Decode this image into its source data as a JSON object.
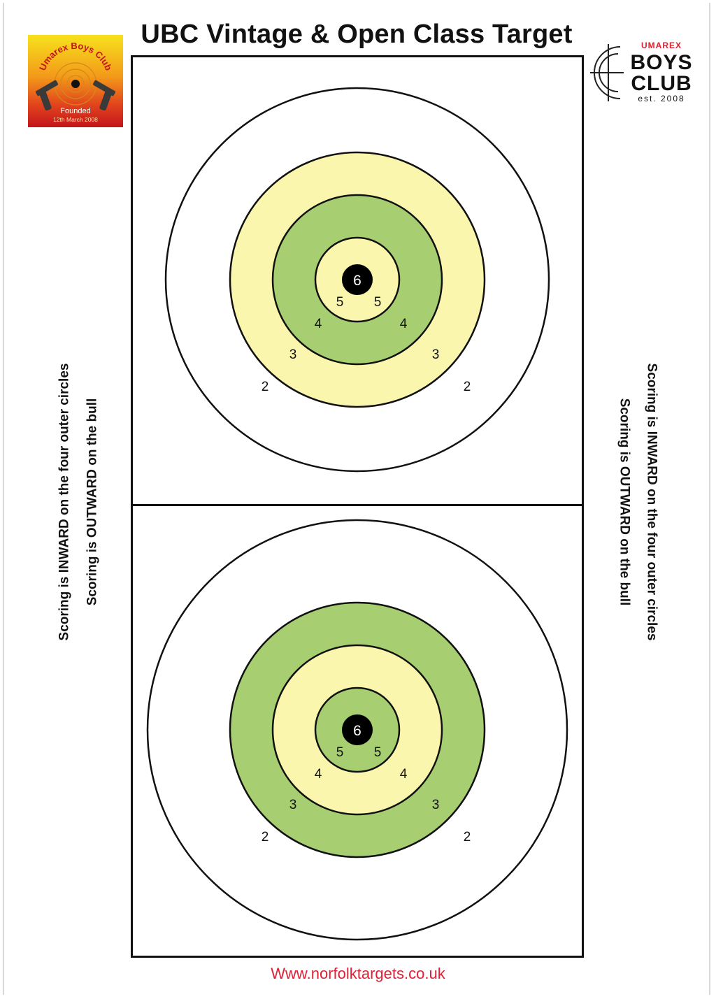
{
  "title": "UBC Vintage & Open Class Target",
  "club_logo_left": {
    "arc_text": "Umarex Boys Club",
    "founded": "Founded",
    "date": "12th March 2008"
  },
  "club_logo_right": {
    "brand": "UMAREX",
    "line1": "BOYS",
    "line2": "CLUB",
    "est": "est. 2008"
  },
  "scoring_note_1": "Scoring is INWARD on the four outer circles",
  "scoring_note_2": "Scoring is OUTWARD on the bull",
  "targets": [
    {
      "scores": {
        "bull": "6",
        "ring5": "5",
        "ring4": "4",
        "ring3": "3",
        "ring2": "2"
      },
      "ring_colors": {
        "outer": "#ffffff",
        "ring3": "#fbf6ae",
        "ring4": "#a7cf72",
        "ring5": "#fbf6ae",
        "bull": "#000000"
      }
    },
    {
      "scores": {
        "bull": "6",
        "ring5": "5",
        "ring4": "4",
        "ring3": "3",
        "ring2": "2"
      },
      "ring_colors": {
        "outer": "#ffffff",
        "ring3": "#a7cf72",
        "ring4": "#fbf6ae",
        "ring5": "#a7cf72",
        "bull": "#000000"
      }
    }
  ],
  "footer_url": "Www.norfolktargets.co.uk",
  "colors": {
    "yellow": "#fbf6ae",
    "green": "#a7cf72",
    "url_red": "#e02035"
  }
}
